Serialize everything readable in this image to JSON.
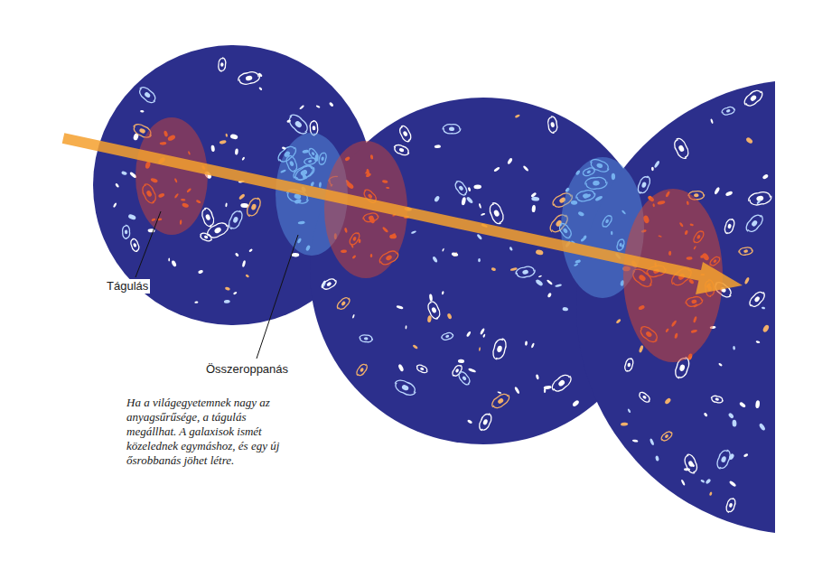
{
  "diagram": {
    "caption": "Ha a világegyetemnek nagy az anyagsűrűsége, a tágulás megállhat. A galaxisok ismét közelednek egymáshoz, és egy új ősrobbanás jöhet létre.",
    "labels": [
      "Tágulás",
      "Összeroppanás"
    ]
  }
}
